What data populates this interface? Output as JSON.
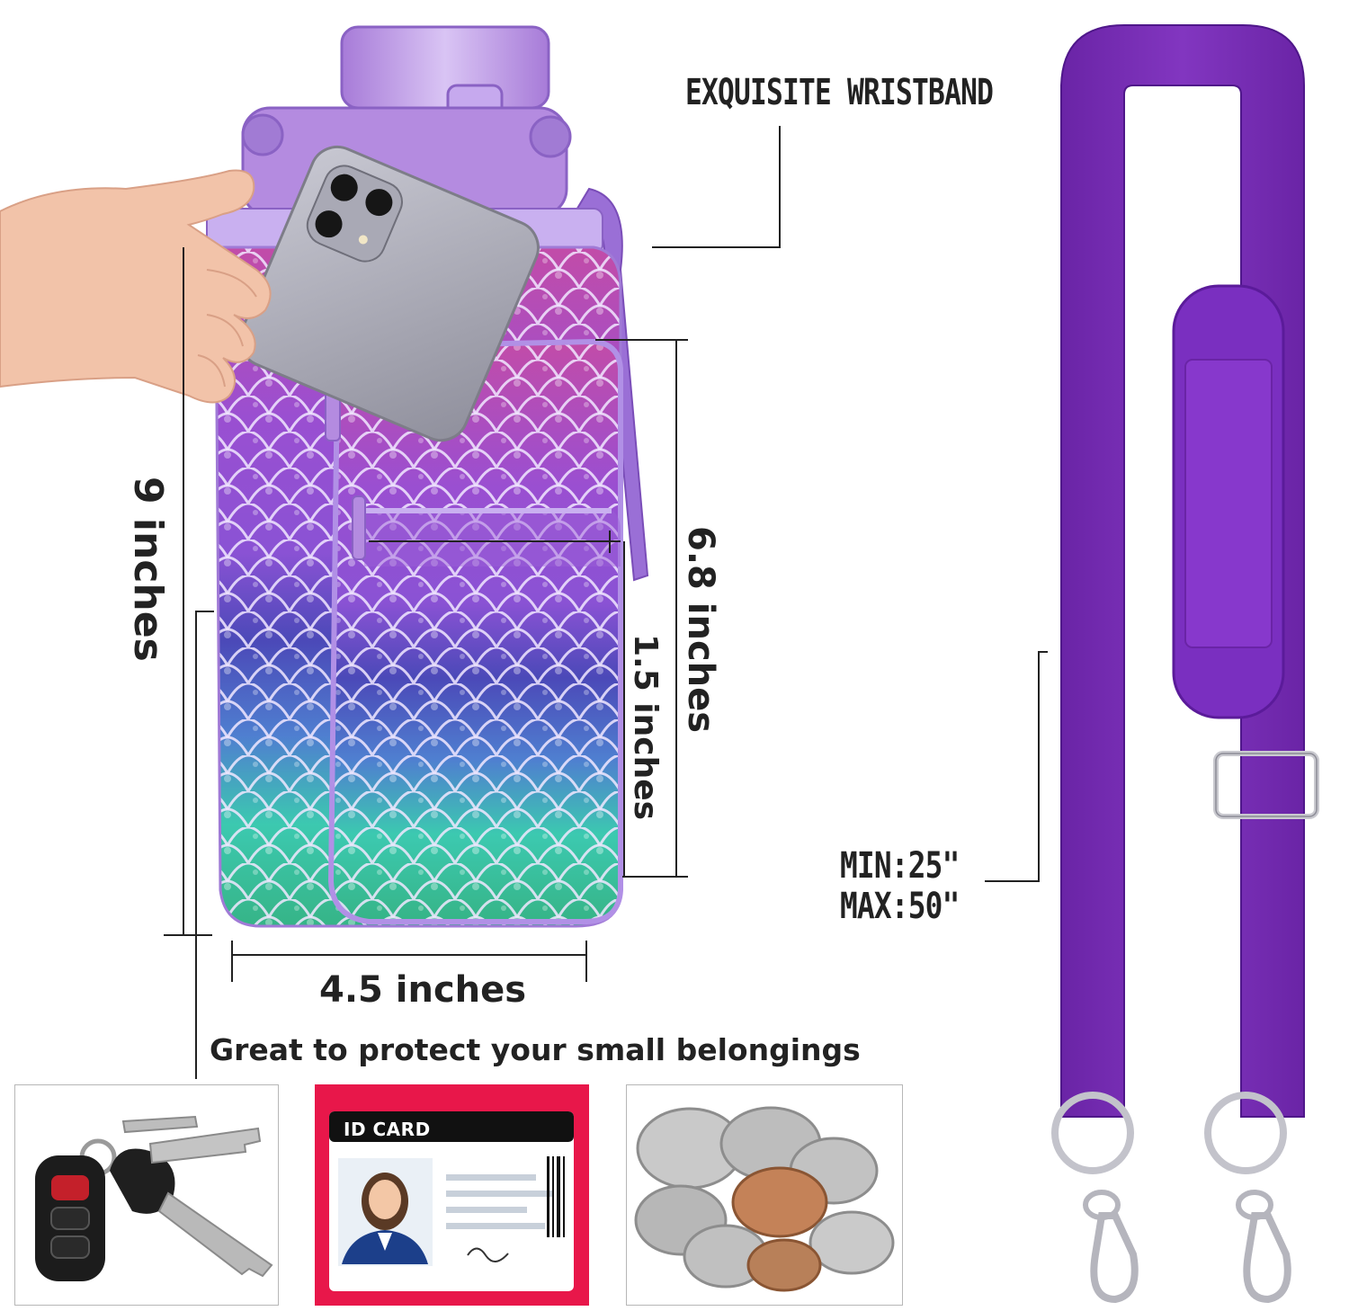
{
  "labels": {
    "wristband": "EXQUISITE WRISTBAND",
    "height_total": "9 inches",
    "height_pocket": "6.8 inches",
    "pocket_depth": "1.5 inches",
    "width": "4.5 inches",
    "strap_min": "MIN:25\"",
    "strap_max": "MAX:50\"",
    "headline": "Great to protect your small belongings",
    "id_card": "ID CARD"
  },
  "colors": {
    "strap_purple": "#7b2fb5",
    "strap_dark": "#5e1f93",
    "bottle_lid": "#b48be0",
    "scale_pink": "#c24ca8",
    "scale_purple": "#8a52d4",
    "scale_blue": "#4b49b8",
    "scale_teal": "#3cc9b0",
    "card_red": "#e8174a",
    "card_black": "#111111",
    "line_color": "#222222"
  },
  "icons": {
    "keys": "car-keys-icon",
    "id_card": "id-card-icon",
    "coins": "coins-icon",
    "phone": "smartphone-icon",
    "hand": "hand-icon"
  }
}
